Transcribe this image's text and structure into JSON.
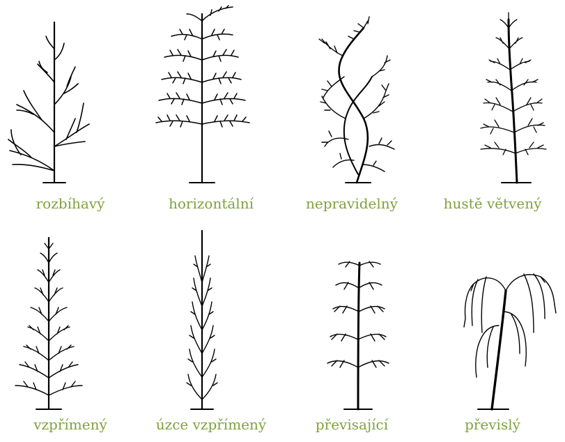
{
  "colors": {
    "label": "#7ea23a",
    "stroke": "#000000",
    "background": "#ffffff"
  },
  "tree_types": [
    {
      "label": "rozbíhavý",
      "icon": "spreading-tree-icon"
    },
    {
      "label": "horizontální",
      "icon": "horizontal-tree-icon"
    },
    {
      "label": "nepravidelný",
      "icon": "irregular-tree-icon"
    },
    {
      "label": "hustě větvený",
      "icon": "densely-branched-tree-icon"
    },
    {
      "label": "vzpřímený",
      "icon": "upright-tree-icon"
    },
    {
      "label": "úzce vzpřímený",
      "icon": "narrow-upright-tree-icon"
    },
    {
      "label": "převisající",
      "icon": "overhanging-tree-icon"
    },
    {
      "label": "převislý",
      "icon": "weeping-tree-icon"
    }
  ]
}
